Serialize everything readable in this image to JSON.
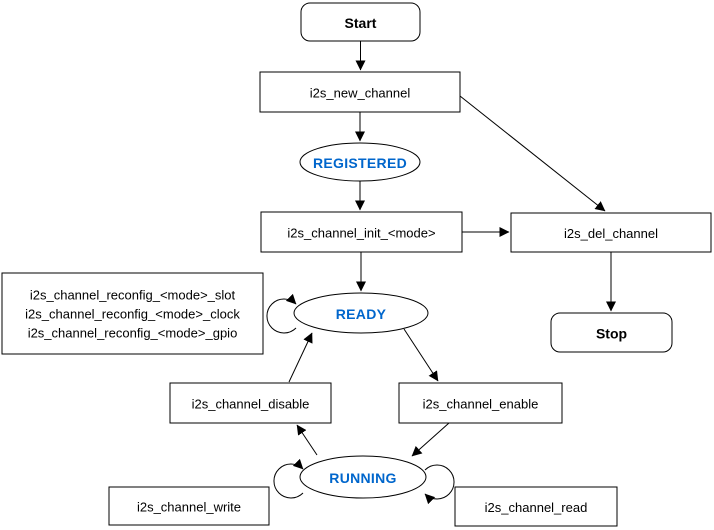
{
  "nodes": {
    "start": {
      "label": "Start"
    },
    "new_channel": {
      "label": "i2s_new_channel"
    },
    "registered": {
      "label": "REGISTERED"
    },
    "init": {
      "label": "i2s_channel_init_<mode>"
    },
    "del_channel": {
      "label": "i2s_del_channel"
    },
    "stop": {
      "label": "Stop"
    },
    "ready": {
      "label": "READY"
    },
    "reconfig": {
      "lines": [
        "i2s_channel_reconfig_<mode>_slot",
        "i2s_channel_reconfig_<mode>_clock",
        "i2s_channel_reconfig_<mode>_gpio"
      ]
    },
    "disable": {
      "label": "i2s_channel_disable"
    },
    "enable": {
      "label": "i2s_channel_enable"
    },
    "running": {
      "label": "RUNNING"
    },
    "write": {
      "label": "i2s_channel_write"
    },
    "read": {
      "label": "i2s_channel_read"
    }
  },
  "colors": {
    "state_text": "#0066CC",
    "node_border": "#000000",
    "node_fill": "#FFFFFF",
    "line": "#000000",
    "background": "#FFFFFF"
  }
}
